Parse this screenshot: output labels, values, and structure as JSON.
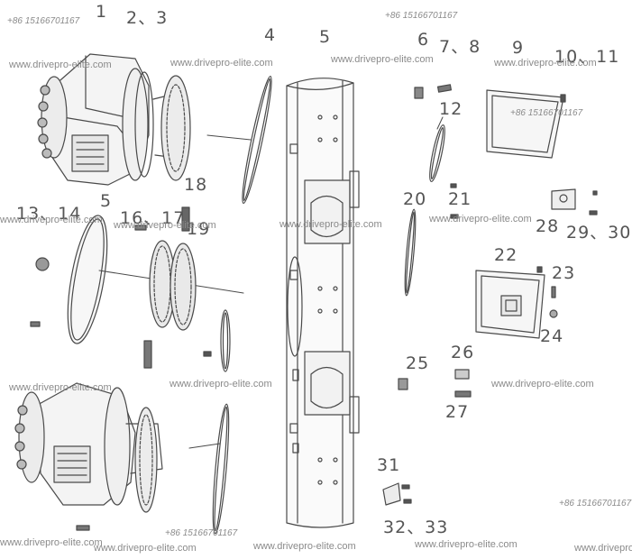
{
  "callouts": [
    "1",
    "2、3",
    "4",
    "5",
    "6",
    "7、8",
    "9",
    "10、11",
    "12",
    "13、14",
    "5",
    "16、17",
    "18",
    "19",
    "20",
    "21",
    "22",
    "23",
    "24",
    "25",
    "26",
    "27",
    "28",
    "29、30",
    "31",
    "32、33"
  ],
  "watermarks": {
    "site": "www.drivepro-elite.com",
    "phone": "+86 15166701167"
  },
  "colors": {
    "line": "#4a4a4a",
    "label": "#555555",
    "watermark": "#8a8a8a",
    "background": "#ffffff"
  }
}
